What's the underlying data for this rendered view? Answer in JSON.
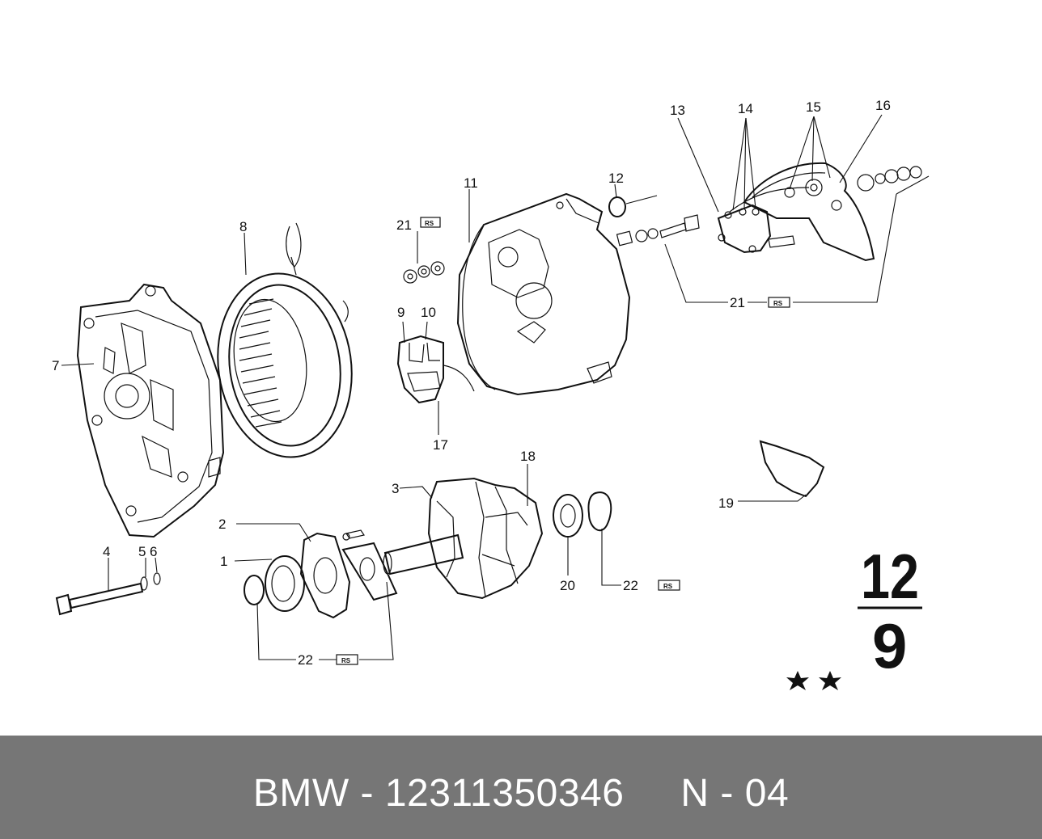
{
  "diagram": {
    "callouts": [
      "1",
      "2",
      "3",
      "4",
      "5",
      "6",
      "7",
      "8",
      "9",
      "10",
      "11",
      "12",
      "13",
      "14",
      "15",
      "16",
      "17",
      "18",
      "19",
      "20",
      "21",
      "22"
    ],
    "repair_set_label": "RS",
    "page_number": {
      "top": "12",
      "bottom": "9"
    }
  },
  "footer": {
    "brand": "BMW",
    "separator": "-",
    "part_number": "12311350346",
    "diagram_code": "N - 04"
  },
  "colors": {
    "background": "#ffffff",
    "line_art": "#111111",
    "footer_background": "#767676",
    "footer_text": "#ffffff"
  }
}
